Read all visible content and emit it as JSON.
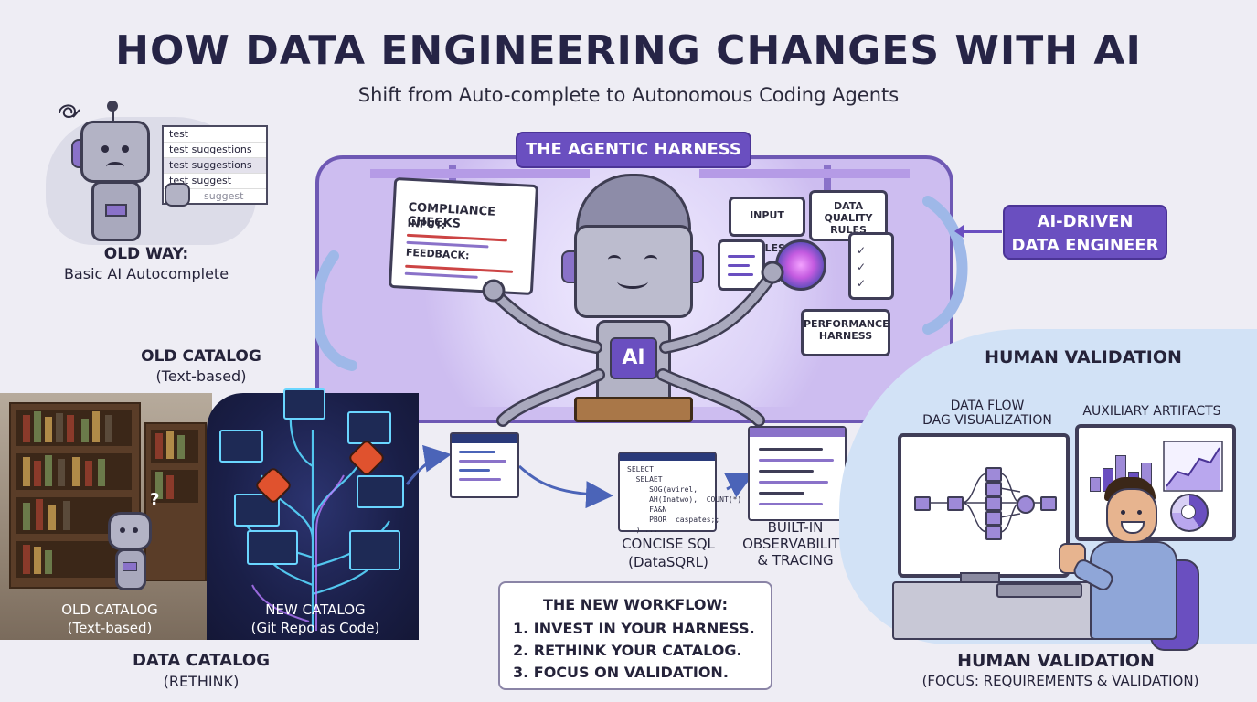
{
  "title": "HOW DATA ENGINEERING CHANGES WITH AI",
  "subtitle": "Shift from Auto-complete to Autonomous Coding Agents",
  "old_way": {
    "heading": "OLD WAY:",
    "caption": "Basic AI Autocomplete",
    "autocomplete_items": [
      "test",
      "test suggestions",
      "test suggestions",
      "test suggest",
      "suggest"
    ]
  },
  "harness": {
    "label": "THE AGENTIC HARNESS",
    "compliance": {
      "title": "COMPLIANCE CHECKS",
      "input": "INPUT:",
      "feedback": "FEEDBACK:"
    },
    "input_rules": "INPUT RULES",
    "data_quality": [
      "DATA QUALITY",
      "RULES"
    ],
    "performance": [
      "PERFORMANCE",
      "HARNESS"
    ],
    "badge": "AI"
  },
  "ai_engineer": [
    "AI-DRIVEN",
    "DATA ENGINEER"
  ],
  "catalog": {
    "old_heading": "OLD CATALOG",
    "old_heading_sub": "(Text-based)",
    "old_label": "OLD CATALOG",
    "old_label_sub": "(Text-based)",
    "new_label": "NEW CATALOG",
    "new_label_sub": "(Git Repo as Code)",
    "section": "DATA CATALOG",
    "section_sub": "(RETHINK)",
    "question": "?"
  },
  "sql": {
    "code": "SELECT\n  SELAET\n     SOG(avirel,\n     AH(Inatwo),  COUNT(*)\n     FA&N\n     PBOR  caspates;;\n  ) ...",
    "label": "CONCISE SQL",
    "label_sub": "(DataSQRL)"
  },
  "observability": [
    "BUILT-IN",
    "OBSERVABILITY",
    "& TRACING"
  ],
  "workflow": {
    "heading": "THE NEW WORKFLOW:",
    "steps": [
      "1. INVEST IN YOUR HARNESS.",
      "2. RETHINK YOUR CATALOG.",
      "3. FOCUS ON VALIDATION."
    ]
  },
  "human_validation": {
    "heading": "HUMAN VALIDATION",
    "dag": [
      "DATA FLOW",
      "DAG VISUALIZATION"
    ],
    "artifacts": "AUXILIARY ARTIFACTS",
    "footer": "HUMAN VALIDATION",
    "footer_sub": "(FOCUS: REQUIREMENTS & VALIDATION)"
  },
  "colors": {
    "accent": "#6a4fc0",
    "harness": "#cdbdf0",
    "validation_bg": "#d2e2f6",
    "catalog_dark": "#1a1f48"
  }
}
